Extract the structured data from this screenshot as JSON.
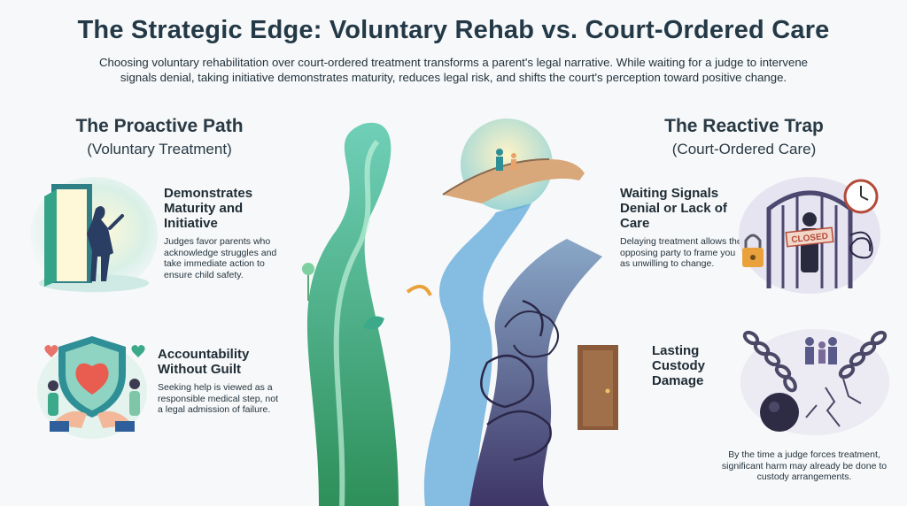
{
  "header": {
    "title": "The Strategic Edge: Voluntary Rehab vs. Court-Ordered Care",
    "subtitle": "Choosing voluntary rehabilitation over court-ordered treatment transforms a parent's legal narrative. While waiting for a judge to intervene signals denial, taking initiative demonstrates maturity, reduces legal risk, and shifts the court's perception toward positive change."
  },
  "left": {
    "heading": "The Proactive Path",
    "subheading": "(Voluntary Treatment)",
    "features": [
      {
        "title": "Demonstrates Maturity and Initiative",
        "description": "Judges favor parents who acknowledge struggles and take immediate action to ensure child safety.",
        "icon": "open-door-icon"
      },
      {
        "title": "Accountability Without Guilt",
        "description": "Seeking help is viewed as a responsible medical step, not a legal admission of failure.",
        "icon": "shield-heart-icon"
      }
    ]
  },
  "right": {
    "heading": "The Reactive Trap",
    "subheading": "(Court-Ordered Care)",
    "features": [
      {
        "title": "Waiting Signals Denial or Lack of Care",
        "description": "Delaying treatment allows the opposing party to frame you as unwilling to change.",
        "icon": "locked-gate-icon",
        "sign": "CLOSED"
      },
      {
        "title": "Lasting Custody Damage",
        "description": "By the time a judge forces treatment, significant harm may already be done to custody arrangements.",
        "icon": "broken-chain-icon"
      }
    ]
  },
  "colors": {
    "accent_green": "#3aa776",
    "accent_teal": "#2f8f96",
    "accent_purple": "#5b4f82",
    "title_text": "#243947"
  }
}
